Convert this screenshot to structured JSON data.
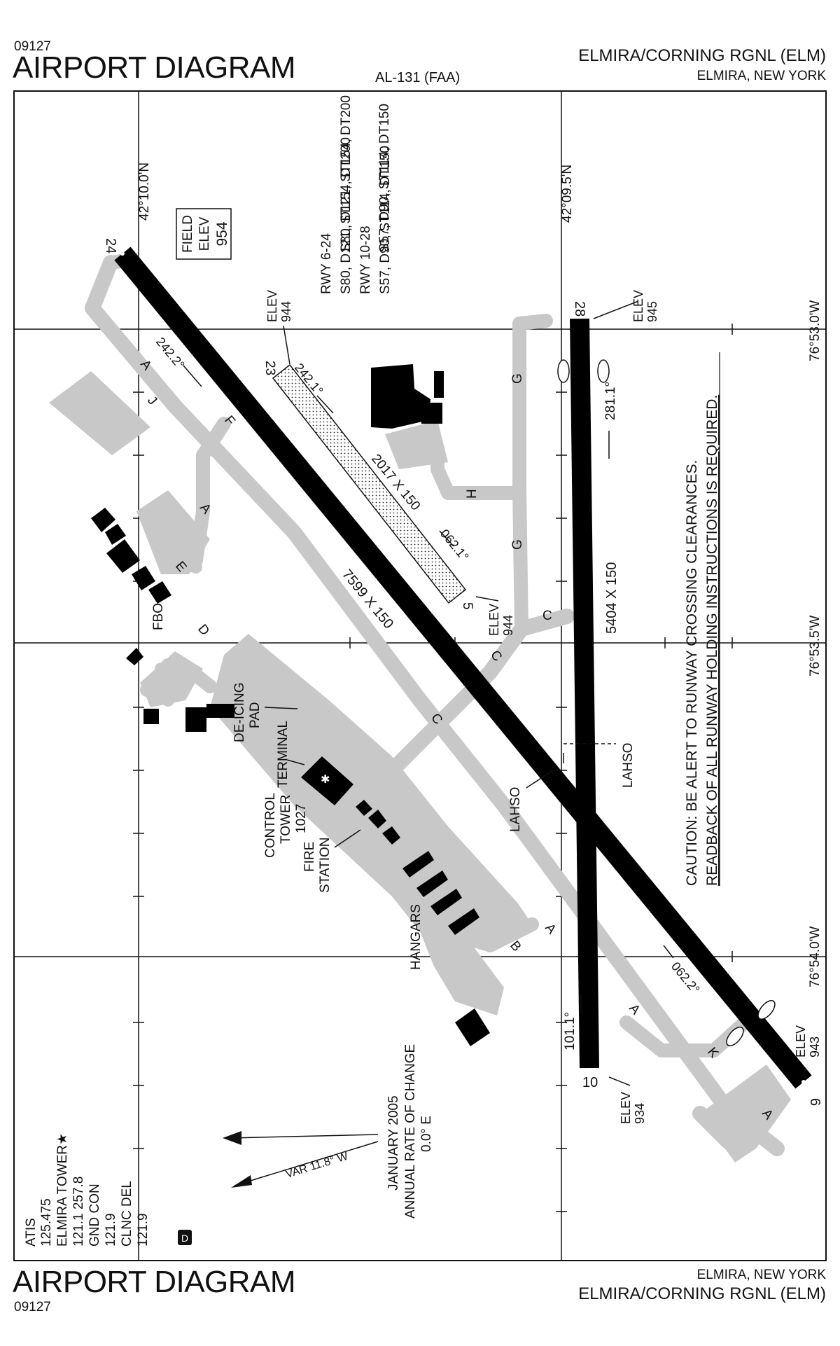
{
  "header": {
    "chart_code": "09127",
    "title": "AIRPORT DIAGRAM",
    "airport_name": "ELMIRA/CORNING RGNL (ELM)",
    "city_state": "ELMIRA, NEW YORK",
    "procedure_id": "AL-131 (FAA)"
  },
  "footer": {
    "chart_code": "09127",
    "title": "AIRPORT DIAGRAM",
    "airport_name": "ELMIRA/CORNING RGNL (ELM)",
    "city_state": "ELMIRA, NEW YORK"
  },
  "field_elev": {
    "l1": "FIELD",
    "l2": "ELEV",
    "l3": "954"
  },
  "runway_data": {
    "rwy1": "RWY 6-24",
    "rwy1_strength": "S80, D121, ST154, DT200",
    "rwy2": "RWY 10-28",
    "rwy2_strength": "S57, D90, ST114, DT150"
  },
  "lat": {
    "top_left": "42°10.0'N",
    "top_right": "42°09.5'N"
  },
  "lon": {
    "l1": "76°53.0'W",
    "l2": "76°53.5'W",
    "l3": "76°54.0'W"
  },
  "runways": {
    "r24": "24",
    "r6": "6",
    "r28": "28",
    "r10": "10",
    "r23": "23",
    "r5": "5",
    "main_dim": "7599 X 150",
    "cross_dim": "5404 X 150",
    "short_dim": "2017 X 150",
    "hdg_242": "242.2°",
    "hdg_242b": "242.1°",
    "hdg_062b": "062.1°",
    "hdg_062": "062.2°",
    "hdg_281": "281.1°",
    "hdg_101": "101.1°"
  },
  "elevations": {
    "e944a_l1": "ELEV",
    "e944a_l2": "944",
    "e945_l1": "ELEV",
    "e945_l2": "945",
    "e944b_l1": "ELEV",
    "e944b_l2": "944",
    "e943_l1": "ELEV",
    "e943_l2": "943",
    "e934_l1": "ELEV",
    "e934_l2": "934"
  },
  "taxiways": {
    "a": "A",
    "b": "B",
    "c": "C",
    "d": "D",
    "e": "E",
    "f": "F",
    "g": "G",
    "h": "H",
    "j": "J",
    "k": "K"
  },
  "labels": {
    "fbo": "FBO",
    "deicing_l1": "DE-ICING",
    "deicing_l2": "PAD",
    "terminal": "TERMINAL",
    "tower_l1": "CONTROL",
    "tower_l2": "TOWER",
    "tower_l3": "1027",
    "fire_l1": "FIRE",
    "fire_l2": "STATION",
    "hangars": "HANGARS",
    "lahso": "LAHSO",
    "caution_l1": "CAUTION: BE ALERT TO RUNWAY CROSSING CLEARANCES.",
    "caution_l2": "READBACK OF ALL RUNWAY HOLDING INSTRUCTIONS IS REQUIRED.",
    "var": "VAR 11.8° W",
    "mag_l1": "JANUARY 2005",
    "mag_l2": "ANNUAL RATE OF CHANGE",
    "mag_l3": "0.0° E"
  },
  "freqs": {
    "atis": "ATIS",
    "atis_f": "125.475",
    "tower": "ELMIRA TOWER★",
    "tower_f": "121.1  257.8",
    "gnd": "GND CON",
    "gnd_f": "121.9",
    "clnc": "CLNC DEL",
    "clnc_f": "121.9"
  },
  "badges": {
    "d": "D"
  },
  "colors": {
    "runway": "#000000",
    "taxiway": "#c8c8c8",
    "ink": "#111111"
  }
}
